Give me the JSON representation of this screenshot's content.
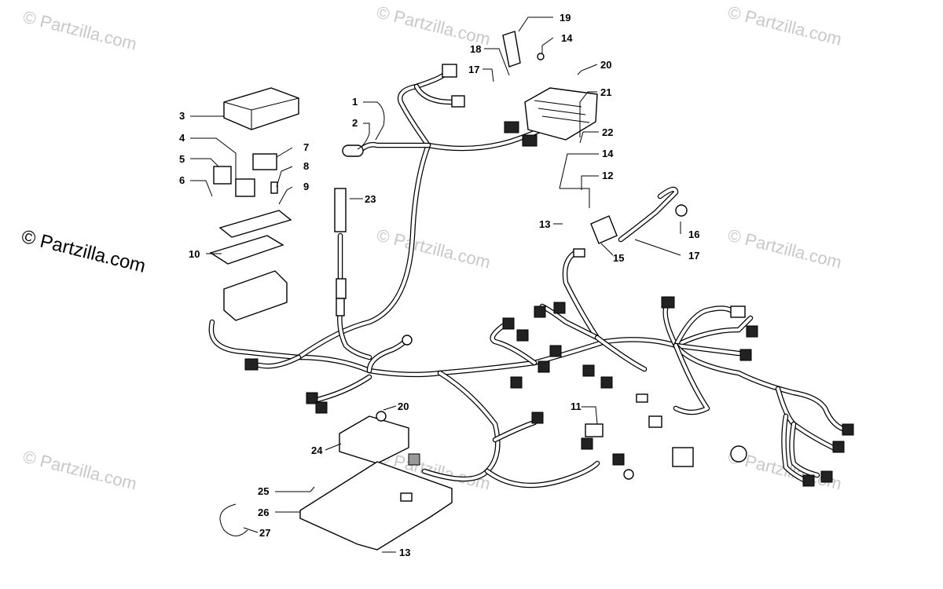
{
  "watermarks": [
    "© Partzilla.com",
    "© Partzilla.com",
    "© Partzilla.com",
    "© Partzilla.com",
    "© Partzilla.com",
    "© Partzilla.com",
    "© Partzilla.com",
    "© Partzilla.com",
    "© Partzilla.com"
  ],
  "main_watermark": "© Partzilla.com",
  "callouts": {
    "c1": "1",
    "c2": "2",
    "c3": "3",
    "c4": "4",
    "c5": "5",
    "c6": "6",
    "c7": "7",
    "c8": "8",
    "c9": "9",
    "c10": "10",
    "c11": "11",
    "c12": "12",
    "c13a": "13",
    "c13b": "13",
    "c14a": "14",
    "c14b": "14",
    "c15": "15",
    "c16": "16",
    "c17a": "17",
    "c17b": "17",
    "c18": "18",
    "c19": "19",
    "c20a": "20",
    "c20b": "20",
    "c21": "21",
    "c22": "22",
    "c23": "23",
    "c24": "24",
    "c25": "25",
    "c26": "26",
    "c27": "27"
  }
}
